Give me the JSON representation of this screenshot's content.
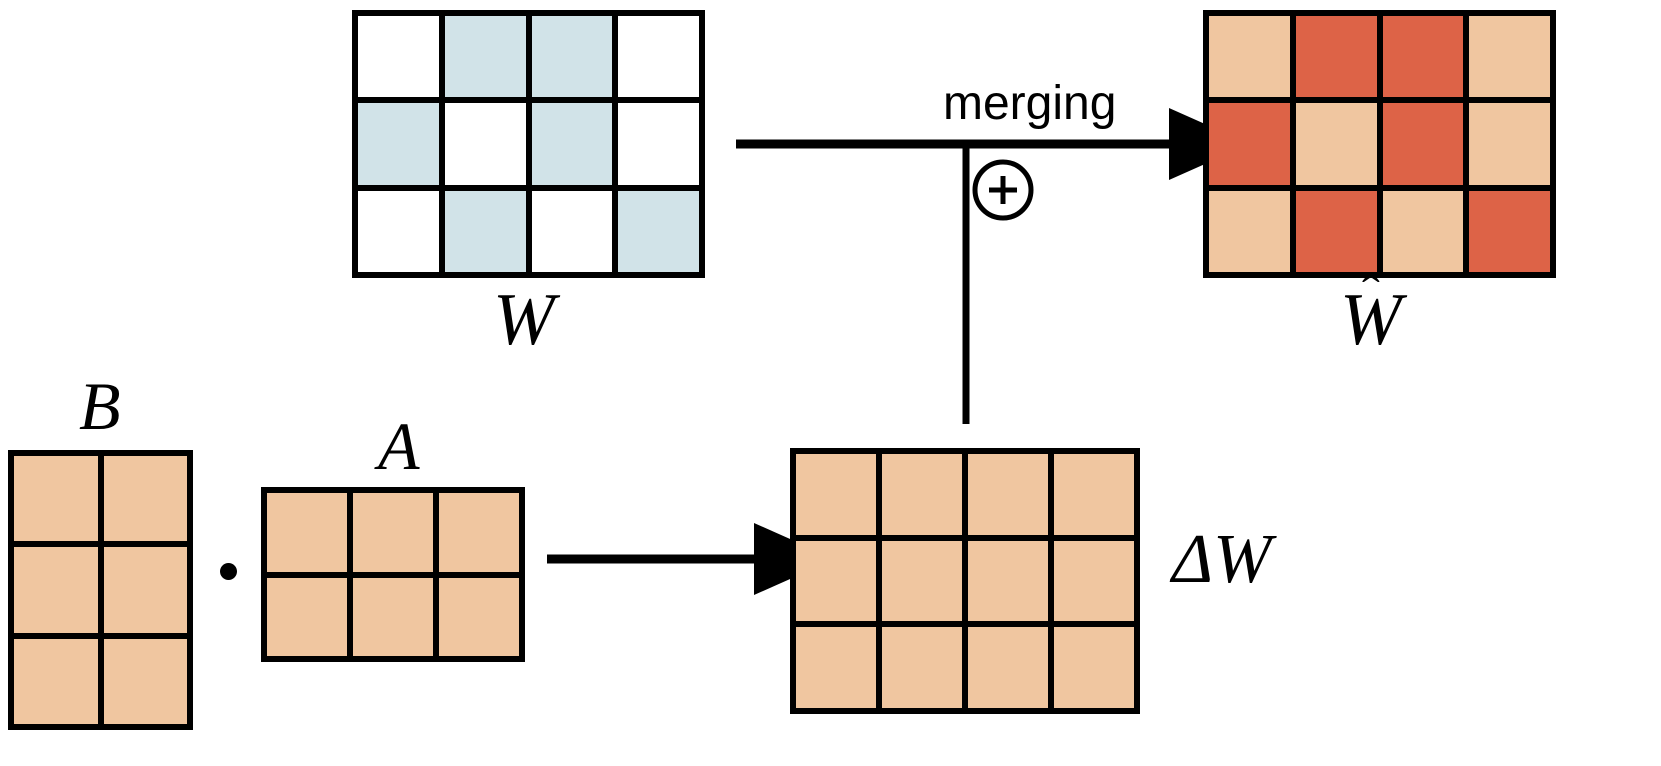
{
  "figure": {
    "title": "LoRA weight merging diagram",
    "operation_label": "merging",
    "plus_symbol": "+",
    "dot_symbol": "·"
  },
  "colors": {
    "blue_cell": "#d1e3e8",
    "white_cell": "#ffffff",
    "salmon_light": "#f0c6a0",
    "salmon_dark": "#dd6347",
    "border": "#000000",
    "background": "#ffffff"
  },
  "matrices": {
    "W": {
      "label": "W",
      "rows": 3,
      "cols": 4,
      "cells": [
        [
          "white",
          "blue",
          "blue",
          "white"
        ],
        [
          "blue",
          "white",
          "blue",
          "white"
        ],
        [
          "white",
          "blue",
          "white",
          "blue"
        ]
      ]
    },
    "W_hat": {
      "label": "W",
      "hat": "̂",
      "label_full": "Ŵ",
      "rows": 3,
      "cols": 4,
      "cells": [
        [
          "salmon_light",
          "salmon_dark",
          "salmon_dark",
          "salmon_light"
        ],
        [
          "salmon_dark",
          "salmon_light",
          "salmon_dark",
          "salmon_light"
        ],
        [
          "salmon_light",
          "salmon_dark",
          "salmon_light",
          "salmon_dark"
        ]
      ]
    },
    "B": {
      "label": "B",
      "rows": 3,
      "cols": 2,
      "cells": [
        [
          "salmon_light",
          "salmon_light"
        ],
        [
          "salmon_light",
          "salmon_light"
        ],
        [
          "salmon_light",
          "salmon_light"
        ]
      ]
    },
    "A": {
      "label": "A",
      "rows": 2,
      "cols": 3,
      "cells": [
        [
          "salmon_light",
          "salmon_light",
          "salmon_light"
        ],
        [
          "salmon_light",
          "salmon_light",
          "salmon_light"
        ]
      ]
    },
    "delta_W": {
      "label": "ΔW",
      "rows": 3,
      "cols": 4,
      "cells": [
        [
          "salmon_light",
          "salmon_light",
          "salmon_light",
          "salmon_light"
        ],
        [
          "salmon_light",
          "salmon_light",
          "salmon_light",
          "salmon_light"
        ],
        [
          "salmon_light",
          "salmon_light",
          "salmon_light",
          "salmon_light"
        ]
      ]
    }
  },
  "connectors": {
    "merge_arrow": "arrow-right-icon",
    "product_arrow": "arrow-right-icon",
    "plus_node": "circled-plus-icon",
    "riser": "vertical-connector"
  }
}
